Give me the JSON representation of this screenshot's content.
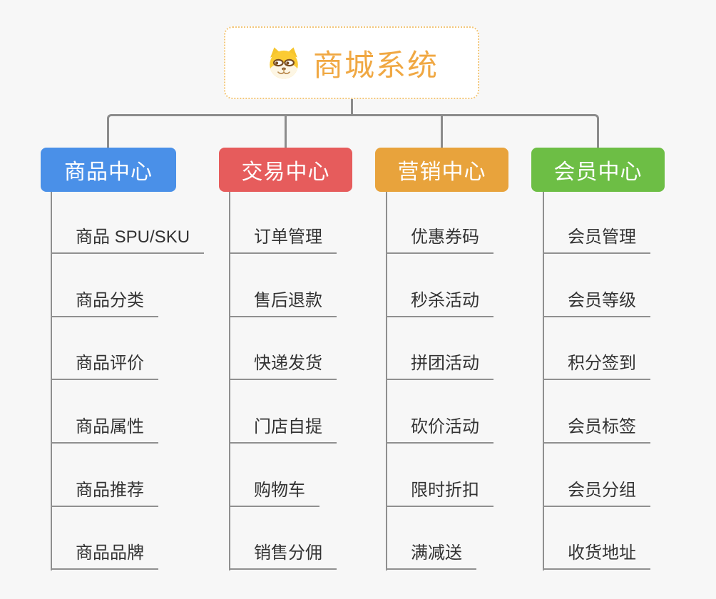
{
  "root": {
    "label": "商城系统",
    "icon": "dog-face-icon"
  },
  "colors": {
    "background": "#F7F7F7",
    "connector_line": "#8C8C8C",
    "leaf_underline": "#909090",
    "leaf_text": "#333333",
    "root_text": "#F0A843",
    "root_border_dotted": "#F3C77A",
    "root_background": "#FFFFFF",
    "branch_header_text": "#FFFFFF"
  },
  "branches": [
    {
      "label": "商品中心",
      "color": "#4A90E8",
      "items": [
        "商品 SPU/SKU",
        "商品分类",
        "商品评价",
        "商品属性",
        "商品推荐",
        "商品品牌"
      ]
    },
    {
      "label": "交易中心",
      "color": "#E65C5C",
      "items": [
        "订单管理",
        "售后退款",
        "快递发货",
        "门店自提",
        "购物车",
        "销售分佣"
      ]
    },
    {
      "label": "营销中心",
      "color": "#E8A33C",
      "items": [
        "优惠券码",
        "秒杀活动",
        "拼团活动",
        "砍价活动",
        "限时折扣",
        "满减送"
      ]
    },
    {
      "label": "会员中心",
      "color": "#6DBE45",
      "items": [
        "会员管理",
        "会员等级",
        "积分签到",
        "会员标签",
        "会员分组",
        "收货地址"
      ]
    }
  ]
}
